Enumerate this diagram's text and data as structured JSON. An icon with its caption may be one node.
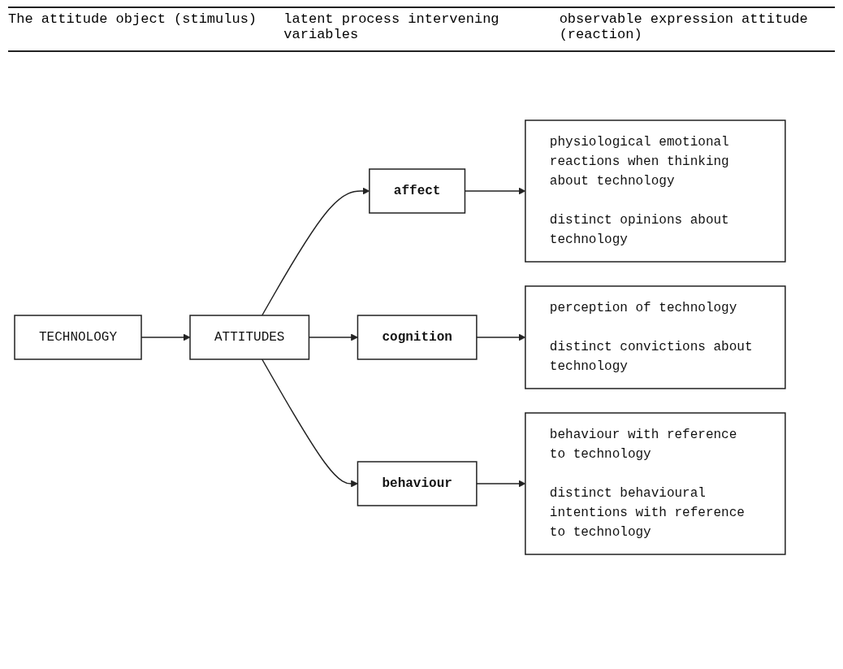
{
  "diagram": {
    "nodes": [
      {
        "text": [
          "TECHNOLOGY"
        ]
      },
      {
        "text": [
          "ATTITUDES"
        ]
      },
      {
        "text": [
          "affect"
        ]
      },
      {
        "text": [
          "cognition"
        ]
      },
      {
        "text": [
          "behaviour"
        ]
      },
      {
        "text": [
          "physiological emotional reactions when thinking about technology",
          "distinct opinions about technology"
        ]
      },
      {
        "text": [
          "perception of technology",
          "distinct convictions about technology"
        ]
      },
      {
        "text": [
          "behaviour with reference to technology",
          "distinct behavioural intentions with reference to technology"
        ]
      }
    ],
    "edges": [
      {
        "from": 0,
        "to": 1,
        "arrow": "to"
      },
      {
        "from": 1,
        "to": 2,
        "arrow": "to"
      },
      {
        "from": 1,
        "to": 3,
        "arrow": "to"
      },
      {
        "from": 1,
        "to": 4,
        "arrow": "to"
      },
      {
        "from": 2,
        "to": 5,
        "arrow": "to"
      },
      {
        "from": 3,
        "to": 6,
        "arrow": "to"
      },
      {
        "from": 4,
        "to": 7,
        "arrow": "to"
      }
    ],
    "labels": [
      "The attitude object (stimulus)",
      "latent process intervening variables",
      "observable expression attitude (reaction)"
    ]
  }
}
